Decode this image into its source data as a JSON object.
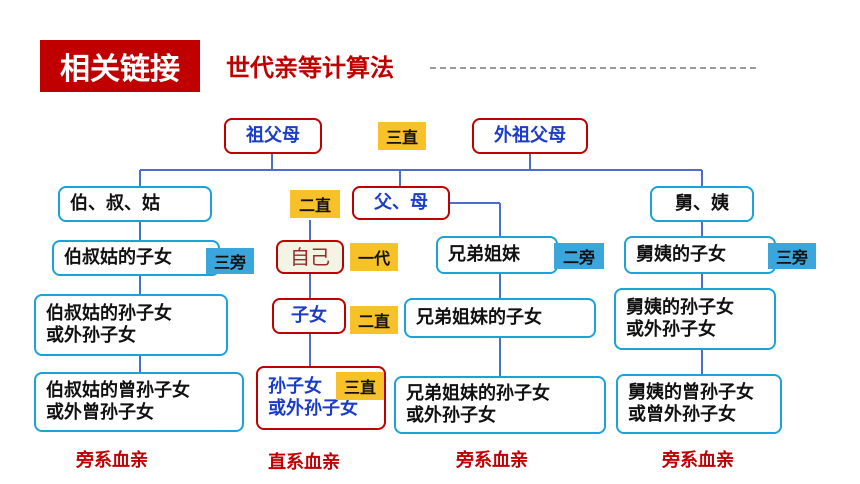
{
  "header": {
    "badge": "相关链接",
    "title": "世代亲等计算法"
  },
  "nodes": {
    "grandparents": "祖父母",
    "maternal_grandparents": "外祖父母",
    "uncles_aunts": "伯、叔、姑",
    "parents": "父、母",
    "maternal_uncles_aunts": "舅、姨",
    "cousins": "伯叔姑的子女",
    "self": "自己",
    "siblings": "兄弟姐妹",
    "maternal_cousins": "舅姨的子女",
    "cousin_grandchildren": "伯叔姑的孙子女\n或外孙子女",
    "children": "子女",
    "nephews_nieces": "兄弟姐妹的子女",
    "maternal_cousin_grandchildren": "舅姨的孙子女\n或外孙子女",
    "cousin_great_grandchildren": "伯叔姑的曾孙子女\n或外曾孙子女",
    "grandchildren": "孙子女\n或外孙子女",
    "sibling_grandchildren": "兄弟姐妹的孙子女\n或外孙子女",
    "maternal_great_grandchildren": "舅姨的曾孙子女\n或曾外孙子女"
  },
  "tags": {
    "grandparents_degree": "三直",
    "parents_degree": "二直",
    "self_degree": "一代",
    "children_degree": "二直",
    "grandchildren_degree": "三直",
    "cousins_degree": "三旁",
    "siblings_degree": "二旁",
    "maternal_cousins_degree": "三旁"
  },
  "footers": {
    "col1": "旁系血亲",
    "col2": "直系血亲",
    "col3": "旁系血亲",
    "col4": "旁系血亲"
  },
  "colors": {
    "accent_red": "#c00000",
    "box_blue": "#1aa3d8",
    "line_blue": "#4a6fc9",
    "tag_gold": "#f6c129",
    "tag_blue": "#3aa6dc"
  }
}
